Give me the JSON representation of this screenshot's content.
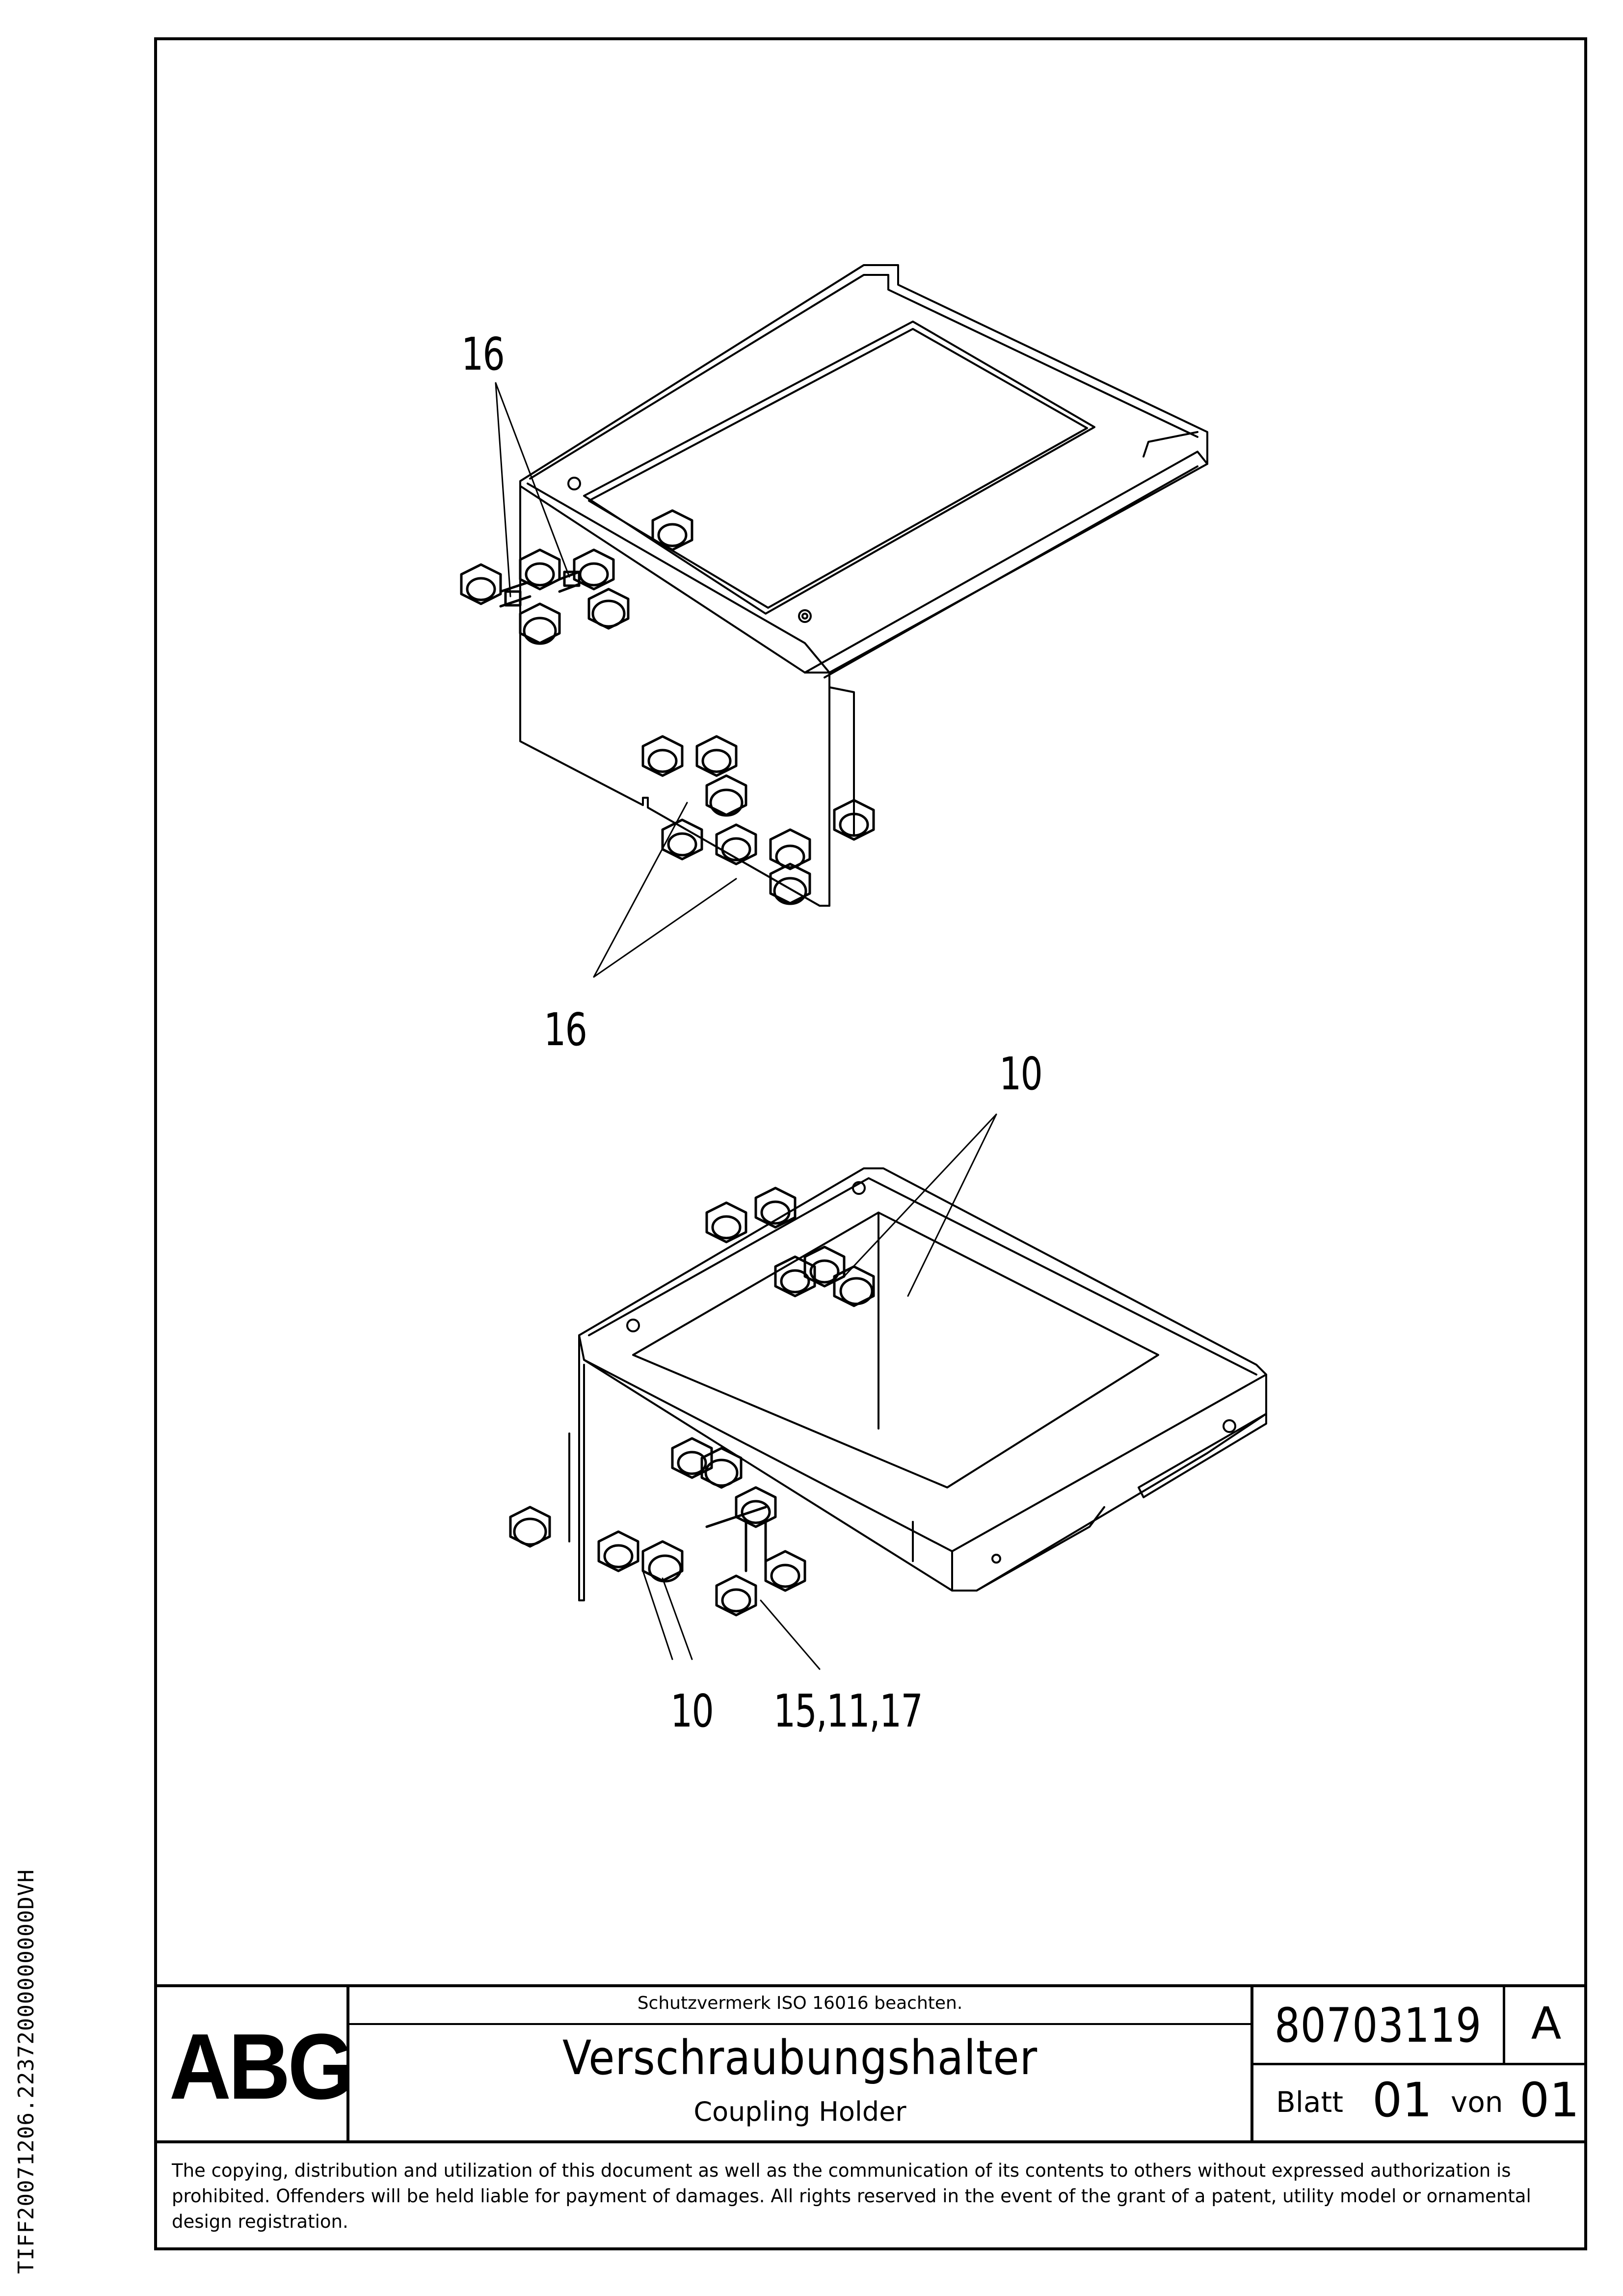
{
  "side_id": "TIFF20071206.22372000000000DVH",
  "callouts": {
    "upper_top": "16",
    "upper_bottom": "16",
    "lower_top": "10",
    "lower_bottom_left": "10",
    "lower_bottom_right": "15,11,17"
  },
  "title_block": {
    "logo": "ABG",
    "protection_note": "Schutzvermerk ISO 16016 beachten.",
    "title_de": "Verschraubungshalter",
    "title_en": "Coupling Holder",
    "document_number": "80703119",
    "revision": "A",
    "sheet_label": "Blatt",
    "sheet_number": "01",
    "of_label": "von",
    "sheet_total": "01"
  },
  "copyright": "The copying, distribution and utilization of this document as well as the communication of its contents to others without expressed authorization is prohibited. Offenders will be held liable for payment of damages. All rights reserved in the event of the grant of a patent, utility model or ornamental design registration."
}
